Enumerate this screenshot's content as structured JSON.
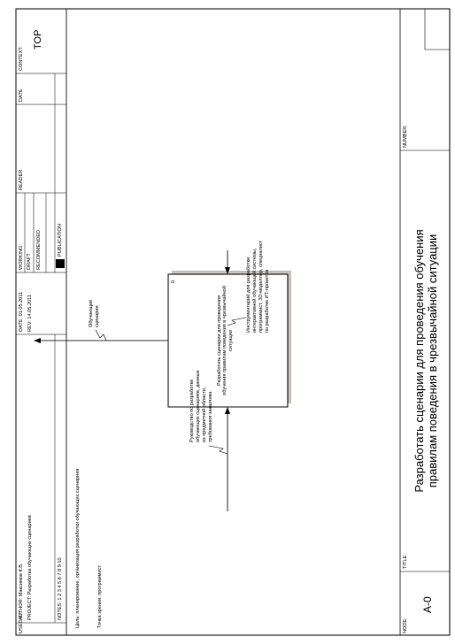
{
  "header": {
    "used_at": "USED AT:",
    "author": "AUTHOR:  Максимов К.В.",
    "project": "PROJECT:  Разработка обучающих сценариев",
    "notes": "NOTES:  1  2  3  4  5  6  7  8  9  10",
    "date": "DATE:  01.05.2011",
    "rev": "REV:    14.05.2011",
    "working": "WORKING",
    "draft": "DRAFT",
    "recommended": "RECOMMENDED",
    "publication": "PUBLICATION",
    "reader": "READER",
    "reader_date": "DATE",
    "context": "CONTEXT:",
    "context_value": "TOP"
  },
  "diagram": {
    "purpose": "Цель: планирование, организация разработки обучающих сценариев",
    "viewpoint": "Точка зрения: программист",
    "activity_label": "Разработать сценарии для проведения обучения правилам поведения в чрезвычайной ситуации",
    "activity_number": "0",
    "input_label": [
      "Руководство по разработке",
      "обучающих сценариев, данные",
      "из предметной области,",
      "требования заказчика"
    ],
    "mechanism_label": [
      "Инструментарий для разработки",
      "интерактивной обучающей системы,",
      "программист, 3D-моделлер, специалист",
      "по разработке ИТ-проектов"
    ],
    "output_label": [
      "Обучающие",
      "сценарии"
    ]
  },
  "footer": {
    "node": "NODE:",
    "node_value": "A-0",
    "title": "TITLE:",
    "title_value": "Разработать сценарии для проведения обучения правилам поведения в чрезвычайной ситуации",
    "number": "NUMBER:"
  }
}
